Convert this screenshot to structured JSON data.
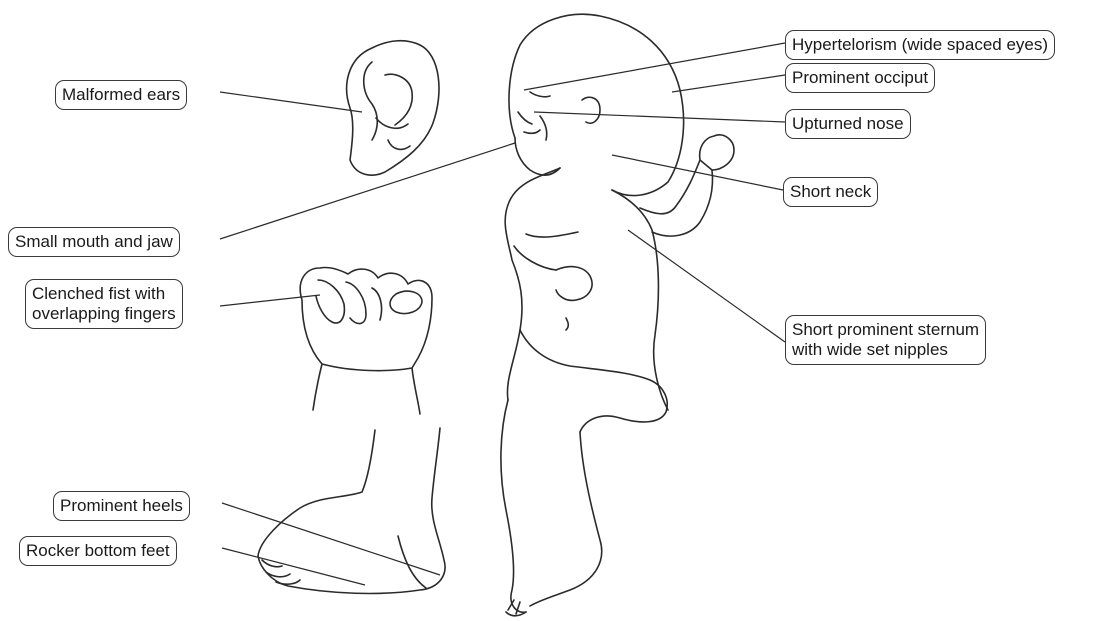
{
  "labels": {
    "hypertelorism": "Hypertelorism (wide spaced eyes)",
    "occiput": "Prominent occiput",
    "nose": "Upturned nose",
    "neck": "Short neck",
    "sternum_line1": "Short prominent sternum",
    "sternum_line2": "with wide set nipples",
    "ears": "Malformed ears",
    "mouth": "Small mouth and jaw",
    "fist_line1": "Clenched fist with",
    "fist_line2": "overlapping fingers",
    "heels": "Prominent heels",
    "feet": "Rocker bottom feet"
  }
}
